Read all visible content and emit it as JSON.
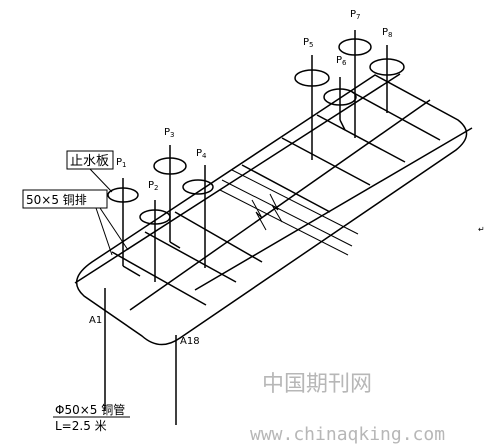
{
  "labels": {
    "stop_plate": "止水板",
    "copper_bar": "50×5 铜排",
    "pipe_line1": "Φ50×5 铜管",
    "pipe_line2": "L=2.5 米",
    "a1": "A1",
    "a18": "A18"
  },
  "points": [
    {
      "main": "P",
      "sub": "1"
    },
    {
      "main": "P",
      "sub": "2"
    },
    {
      "main": "P",
      "sub": "3"
    },
    {
      "main": "P",
      "sub": "4"
    },
    {
      "main": "P",
      "sub": "5"
    },
    {
      "main": "P",
      "sub": "6"
    },
    {
      "main": "P",
      "sub": "7"
    },
    {
      "main": "P",
      "sub": "8"
    }
  ],
  "watermark": {
    "cn": "中国期刊网",
    "url": "www.chinaqking.com"
  }
}
